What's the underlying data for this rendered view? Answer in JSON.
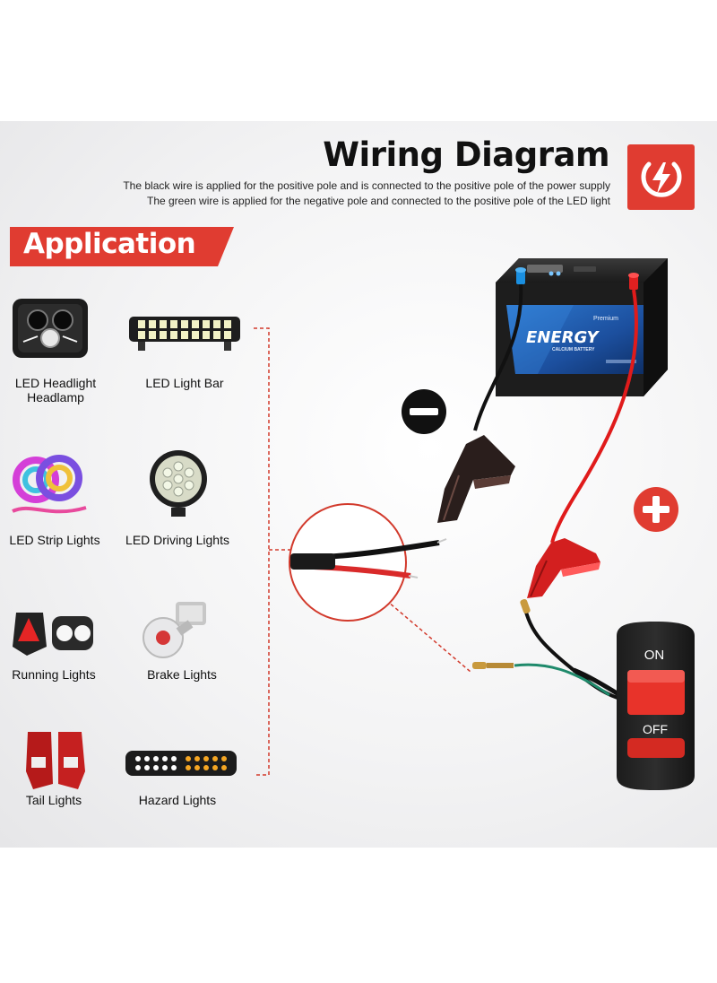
{
  "header": {
    "title": "Wiring Diagram",
    "line1": "The black wire is applied for the positive pole and is connected to the positive pole of the power supply",
    "line2": "The green wire is applied for the negative pole and connected to the positive pole of the LED light",
    "badge_icon": "power-bolt-icon",
    "badge_color": "#e03c31"
  },
  "application": {
    "label": "Application",
    "items": [
      {
        "line1": "LED Headlight",
        "line2": "Headlamp",
        "icon": "headlight-icon"
      },
      {
        "line1": "LED Light Bar",
        "line2": "",
        "icon": "light-bar-icon"
      },
      {
        "line1": "LED Strip Lights",
        "line2": "",
        "icon": "strip-lights-icon"
      },
      {
        "line1": "LED Driving Lights",
        "line2": "",
        "icon": "driving-light-icon"
      },
      {
        "line1": "Running Lights",
        "line2": "",
        "icon": "running-lights-icon"
      },
      {
        "line1": "Brake Lights",
        "line2": "",
        "icon": "brake-bulb-icon"
      },
      {
        "line1": "Tail Lights",
        "line2": "",
        "icon": "tail-lights-icon"
      },
      {
        "line1": "Hazard Lights",
        "line2": "",
        "icon": "hazard-lights-icon"
      }
    ]
  },
  "battery": {
    "brand": "ENERGY",
    "tag": "Premium",
    "subtitle": "CALCIUM BATTERY"
  },
  "switch": {
    "on_label": "ON",
    "off_label": "OFF"
  },
  "symbols": {
    "minus": "minus-icon",
    "plus": "plus-icon"
  },
  "colors": {
    "accent_red": "#e03c31",
    "battery_blue": "#1f5fb0",
    "wire_red": "#e01b1b",
    "wire_black": "#111111",
    "wire_green": "#1f8a6b"
  }
}
